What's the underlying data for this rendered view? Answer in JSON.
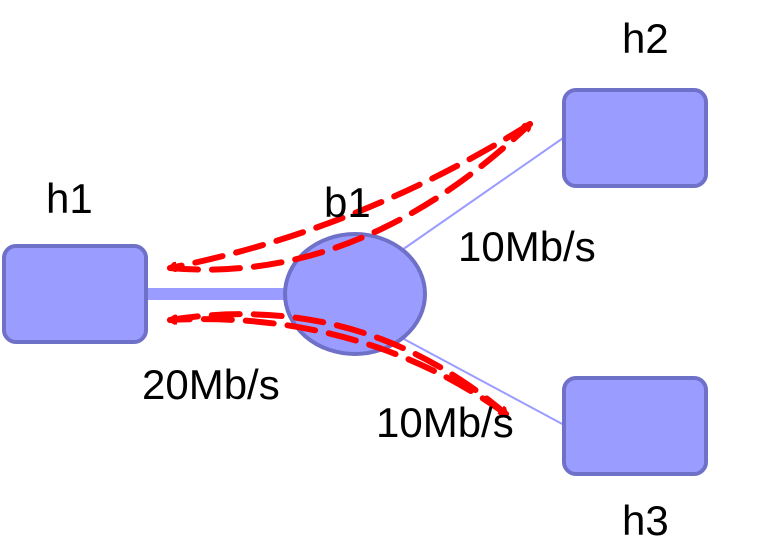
{
  "diagram": {
    "nodes": {
      "h1": {
        "label": "h1",
        "shape": "rounded-rect"
      },
      "h2": {
        "label": "h2",
        "shape": "rounded-rect"
      },
      "h3": {
        "label": "h3",
        "shape": "rounded-rect"
      },
      "b1": {
        "label": "b1",
        "shape": "circle"
      }
    },
    "links": {
      "h1_b1": {
        "label": "20Mb/s"
      },
      "b1_h2": {
        "label": "10Mb/s"
      },
      "b1_h3": {
        "label": "10Mb/s"
      }
    },
    "colors": {
      "node_fill": "#9a9cff",
      "node_stroke": "#6f71c8",
      "link": "#9a9cff",
      "flow": "#ff0000"
    }
  }
}
